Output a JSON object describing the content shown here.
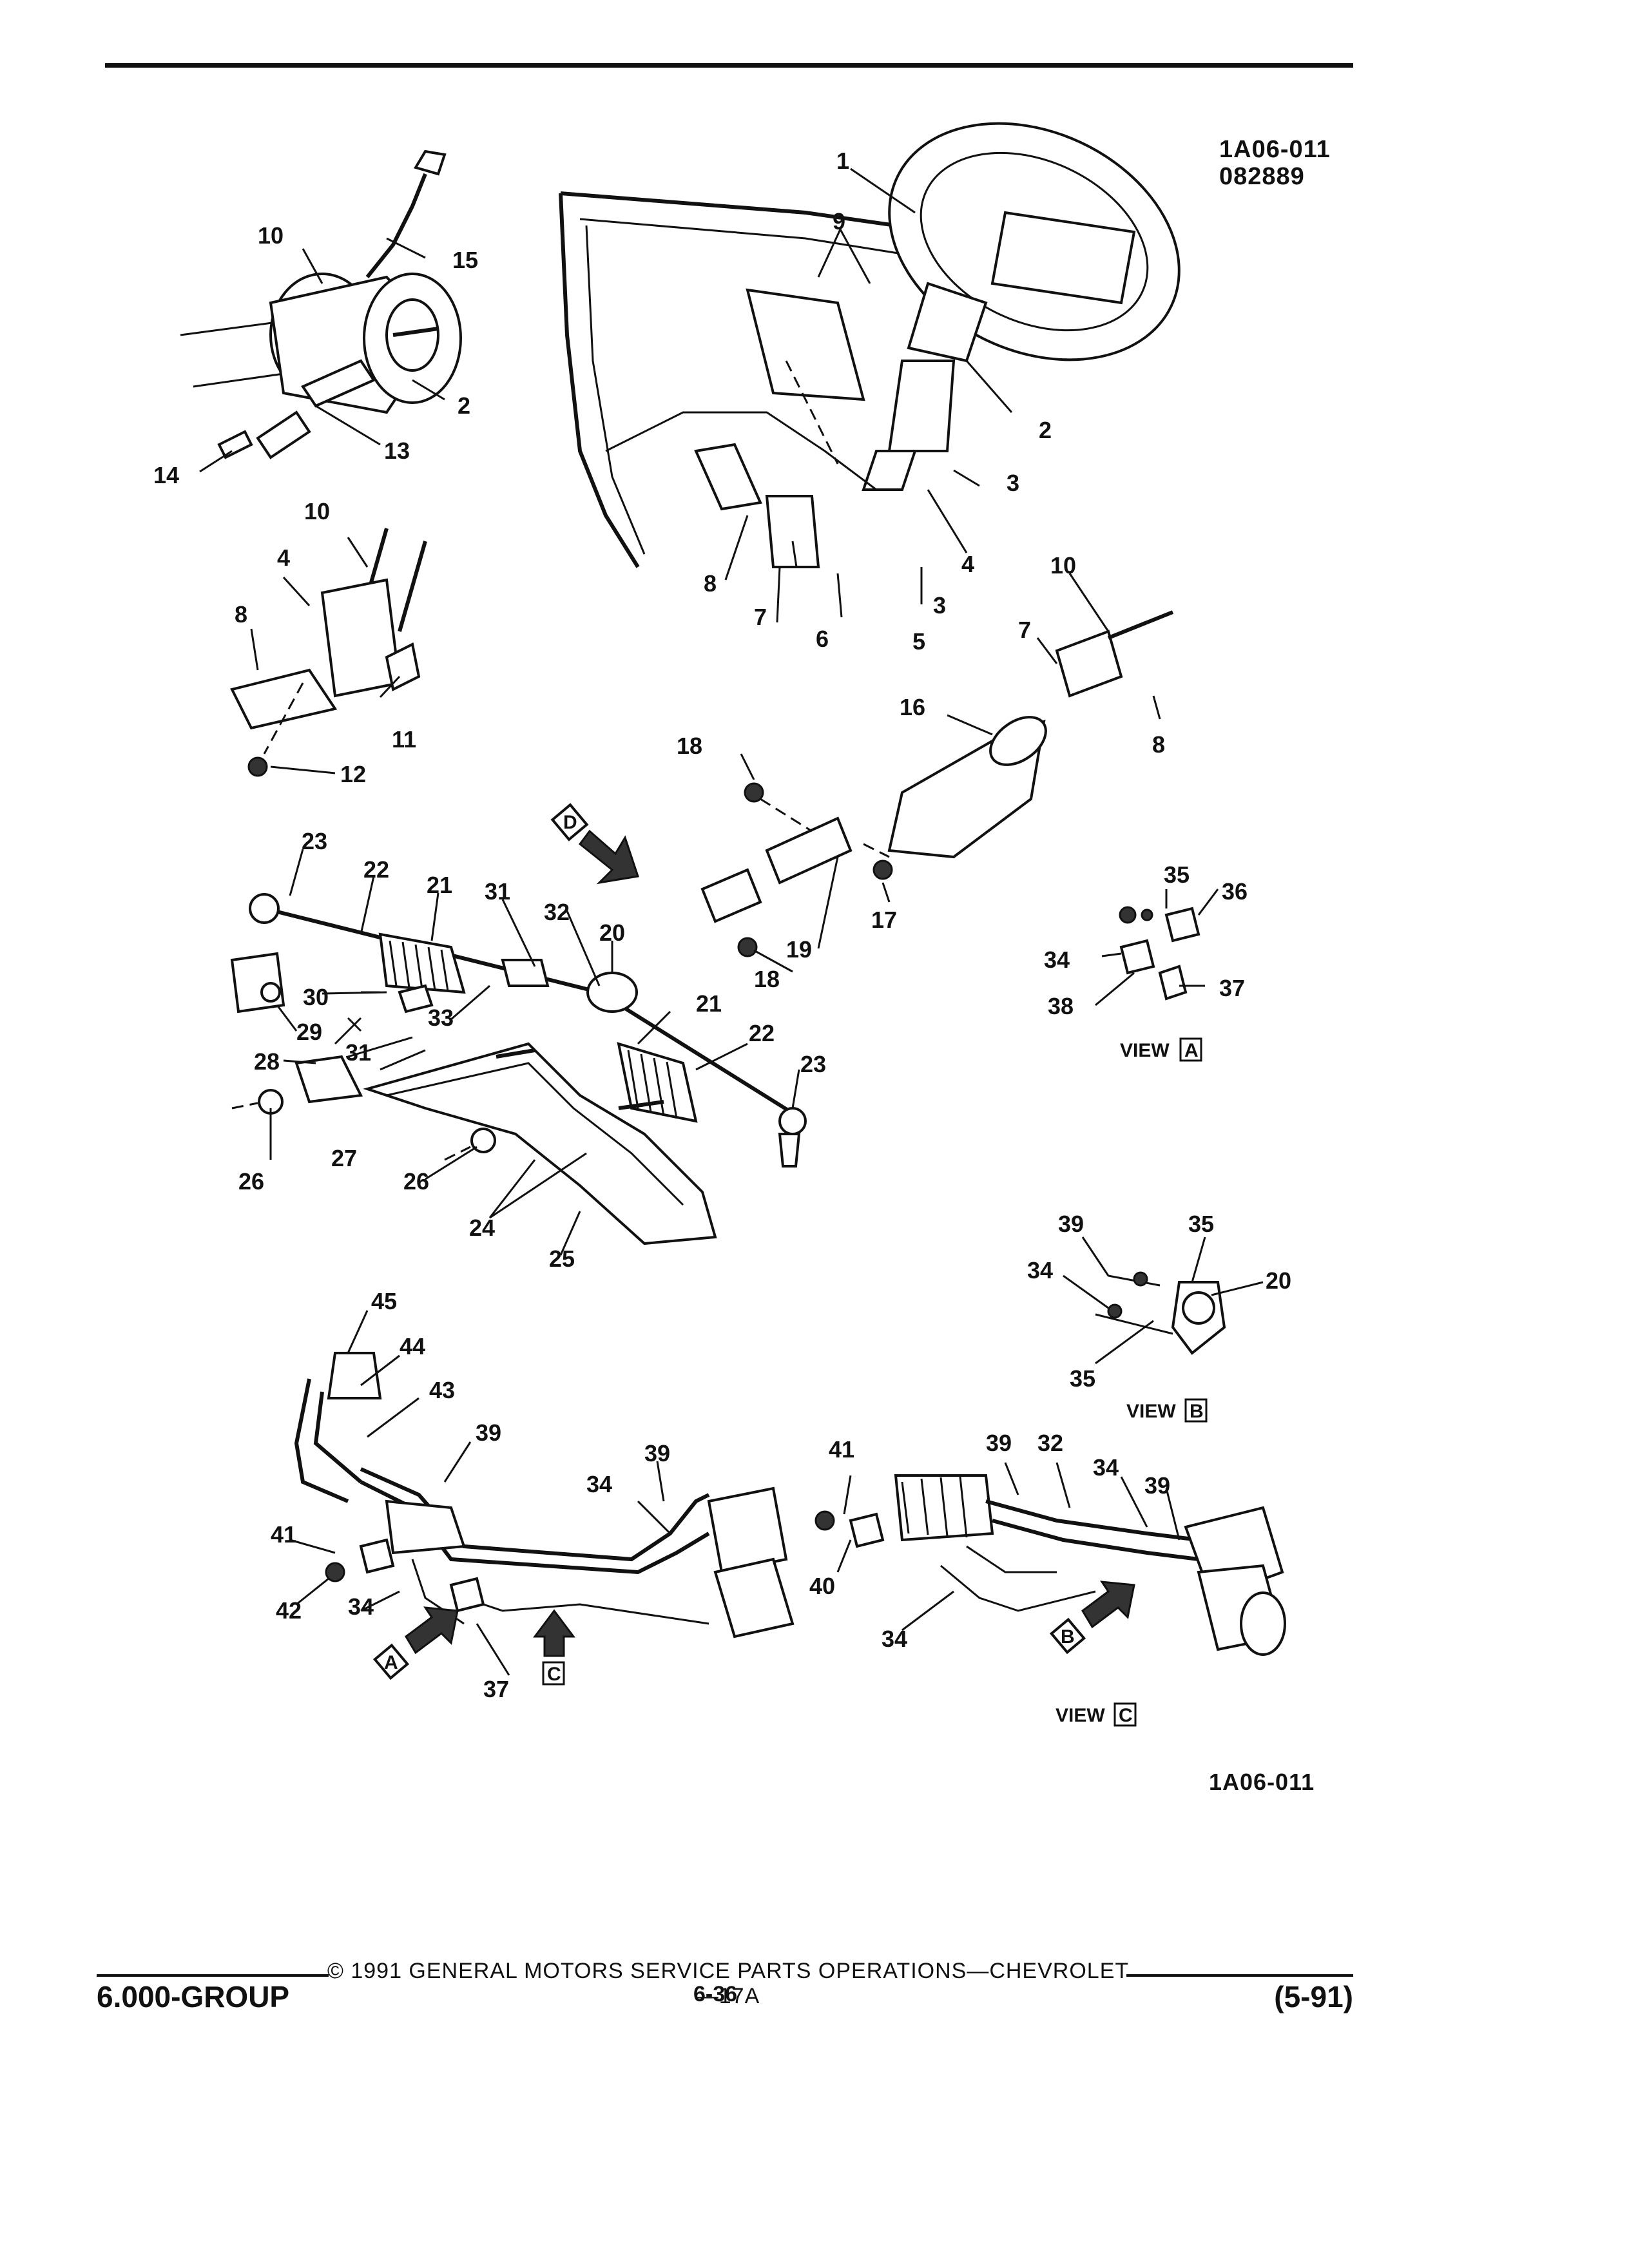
{
  "header": {
    "figure_code": "1A06-011",
    "figure_date": "082889"
  },
  "callouts": [
    "1",
    "2",
    "3",
    "4",
    "5",
    "6",
    "7",
    "8",
    "9",
    "10",
    "11",
    "12",
    "13",
    "14",
    "15",
    "16",
    "17",
    "18",
    "19",
    "20",
    "21",
    "22",
    "23",
    "24",
    "25",
    "26",
    "27",
    "28",
    "29",
    "30",
    "31",
    "32",
    "33",
    "34",
    "35",
    "36",
    "37",
    "38",
    "39",
    "40",
    "41",
    "42",
    "43",
    "44",
    "45"
  ],
  "views": {
    "a_label": "VIEW",
    "a_letter": "A",
    "b_label": "VIEW",
    "b_letter": "B",
    "c_label": "VIEW",
    "c_letter": "C",
    "d_letter": "D"
  },
  "figure_footer_code": "1A06-011",
  "footer": {
    "copyright": "© 1991 GENERAL MOTORS SERVICE PARTS OPERATIONS—CHEVROLET—17A",
    "group": "6.000-GROUP",
    "page": "6-36",
    "date": "(5-91)"
  }
}
